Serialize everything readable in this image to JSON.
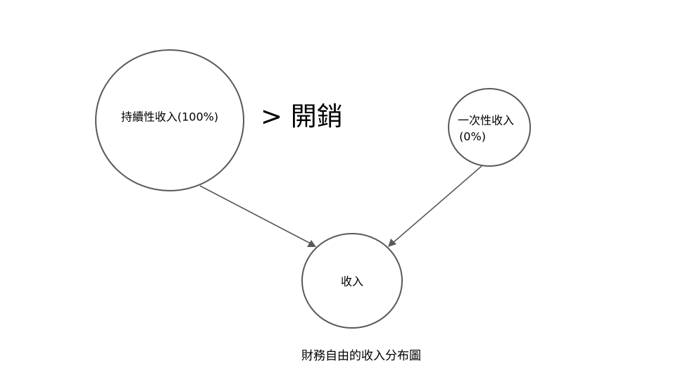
{
  "headline": "> 開銷",
  "caption": "財務自由的收入分布圖",
  "colors": {
    "stroke": "#595959",
    "text": "#000000",
    "background": "#ffffff"
  },
  "nodes": {
    "sustained": {
      "label": "持續性收入(100%)"
    },
    "onetime": {
      "label_line1": "一次性收入",
      "label_line2": "(0%)"
    },
    "income": {
      "label": "收入"
    }
  },
  "edges": [
    {
      "from": "持續性收入(100%)",
      "to": "收入"
    },
    {
      "from": "一次性收入(0%)",
      "to": "收入"
    }
  ]
}
